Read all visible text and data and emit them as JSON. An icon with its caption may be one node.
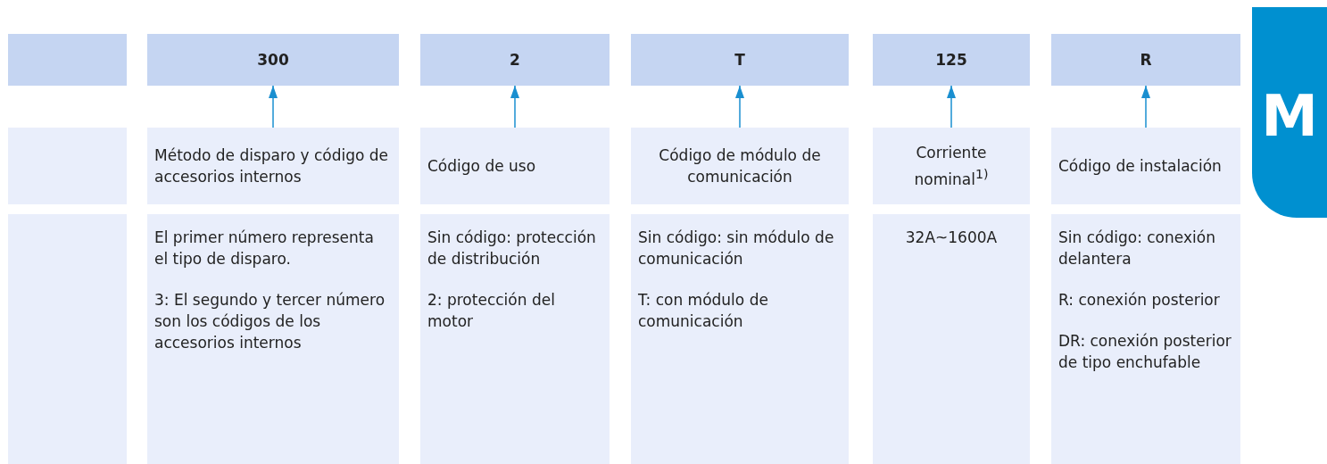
{
  "diagram": {
    "nodes": [
      {
        "text": [],
        "shape": "box"
      },
      {
        "text": [
          "300"
        ]
      },
      {
        "text": [
          "2"
        ]
      },
      {
        "text": [
          "T"
        ]
      },
      {
        "text": [
          "125"
        ]
      },
      {
        "text": [
          "R"
        ]
      },
      {
        "text": [],
        "shape": "box"
      },
      {
        "text": [
          "Método de disparo y código de accesorios internos"
        ]
      },
      {
        "text": [
          "Código de uso"
        ]
      },
      {
        "text": [
          "Código de módulo de comunicación"
        ]
      },
      {
        "text": [
          "Corriente nominal$^{1)}$"
        ]
      },
      {
        "text": [
          "Código de instalación"
        ]
      },
      {
        "text": [],
        "shape": "box"
      },
      {
        "text": [
          "El primer número representa el tipo de disparo.",
          "3: El segundo y tercer número son los códigos de los accesorios internos"
        ]
      },
      {
        "text": [
          "Sin código: protección de distribución",
          "2: protección del motor"
        ]
      },
      {
        "text": [
          "Sin código: sin módulo de comunicación",
          "T: con módulo de comunicación"
        ]
      },
      {
        "text": [
          "32A~1600A"
        ]
      },
      {
        "text": [
          "Sin código: conexión delantera",
          "R: conexión posterior",
          "DR: conexión posterior de tipo enchufable"
        ]
      }
    ],
    "edges": [
      {
        "from": 7,
        "to": 1,
        "arrow": "to"
      },
      {
        "from": 8,
        "to": 2,
        "arrow": "to"
      },
      {
        "from": 9,
        "to": 3,
        "arrow": "to"
      },
      {
        "from": 10,
        "to": 4,
        "arrow": "to"
      },
      {
        "from": 11,
        "to": 5,
        "arrow": "to"
      }
    ],
    "labels": [
      "M"
    ]
  }
}
